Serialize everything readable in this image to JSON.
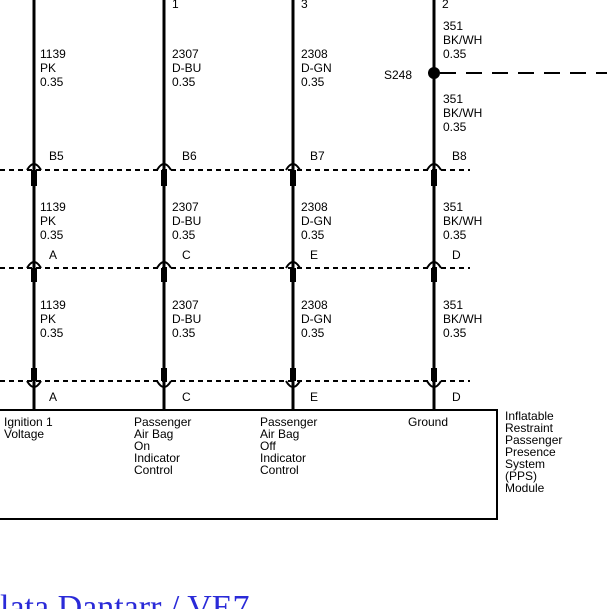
{
  "header_pins": [
    "1",
    "3",
    "2"
  ],
  "splice_label": "S248",
  "wire_labels": {
    "col1": {
      "num": "1139",
      "color": "PK",
      "gauge": "0.35"
    },
    "col2": {
      "num": "2307",
      "color": "D-BU",
      "gauge": "0.35"
    },
    "col3": {
      "num": "2308",
      "color": "D-GN",
      "gauge": "0.35"
    },
    "col4": {
      "num": "351",
      "color": "BK/WH",
      "gauge": "0.35"
    }
  },
  "connector_rows": [
    [
      "B5",
      "B6",
      "B7",
      "B8"
    ],
    [
      "A",
      "C",
      "E",
      "D"
    ],
    [
      "A",
      "C",
      "E",
      "D"
    ]
  ],
  "module_pins": [
    "Ignition 1\nVoltage",
    "Passenger\nAir Bag\nOn\nIndicator\nControl",
    "Passenger\nAir Bag\nOff\nIndicator\nControl",
    "Ground"
  ],
  "module_name": "Inflatable\nRestraint\nPassenger\nPresence\nSystem\n(PPS)\nModule",
  "bottom_text": "lata Dantarr / VE7"
}
